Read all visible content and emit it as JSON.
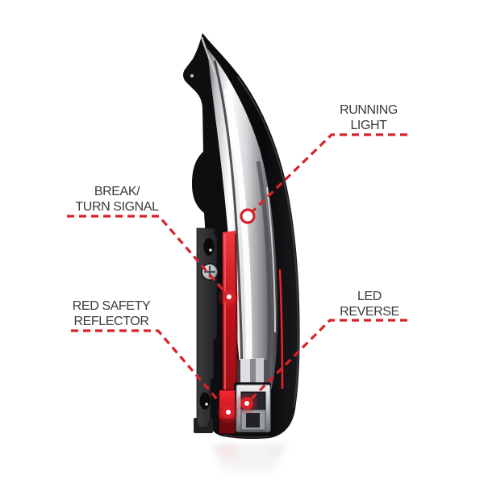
{
  "image": {
    "description": "Smoked LED tail light assembly with feature callouts"
  },
  "colors": {
    "background": "#ffffff",
    "callout_red": "#d7222a",
    "label_text": "#3b3b3d"
  },
  "callouts": {
    "running_light": {
      "line1": "RUNNING",
      "line2": "LIGHT"
    },
    "break_turn_signal": {
      "line1": "BREAK/",
      "line2": "TURN SIGNAL"
    },
    "red_safety_reflector": {
      "line1": "RED SAFETY",
      "line2": "REFLECTOR"
    },
    "led_reverse": {
      "line1": "LED",
      "line2": "REVERSE"
    }
  }
}
